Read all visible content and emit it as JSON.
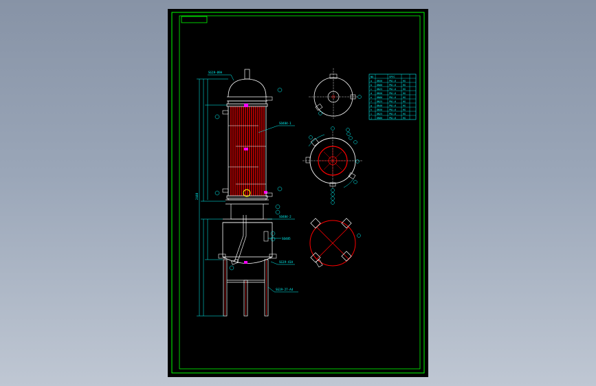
{
  "drawing": {
    "colors": {
      "background": "#000000",
      "frame": "#00ff00",
      "outline": "#ffffff",
      "dimension": "#00ffff",
      "tubes": "#ff0000",
      "nozzle": "#ff00ff",
      "highlight": "#ffff00"
    },
    "labels": {
      "top_callout": "SG19-89A",
      "upper_shell_callout": "SO484-1",
      "lower_shell_callout": "SO484-2",
      "side_nozzle_callout": "SO485",
      "skirt_callout_a": "SG19-41A",
      "skirt_callout_b": "SG19-27-A4",
      "height_dimension": "2440",
      "table_header_left": "NO",
      "table_header_right": "SPEC"
    },
    "nozzle_table": {
      "rows": [
        [
          "a",
          "DN50",
          "PN1.6",
          "HG"
        ],
        [
          "b",
          "DN80",
          "PN1.6",
          "HG"
        ],
        [
          "c",
          "DN25",
          "PN1.6",
          "HG"
        ],
        [
          "d",
          "DN50",
          "PN1.6",
          "HG"
        ],
        [
          "e",
          "DN80",
          "PN1.6",
          "HG"
        ],
        [
          "f",
          "DN25",
          "PN1.6",
          "HG"
        ],
        [
          "g",
          "DN40",
          "PN1.6",
          "HG"
        ],
        [
          "h",
          "DN50",
          "PN1.6",
          "HG"
        ],
        [
          "i",
          "DN25",
          "PN1.6",
          "HG"
        ],
        [
          "j",
          "DN80",
          "PN1.6",
          "HG"
        ]
      ]
    }
  }
}
